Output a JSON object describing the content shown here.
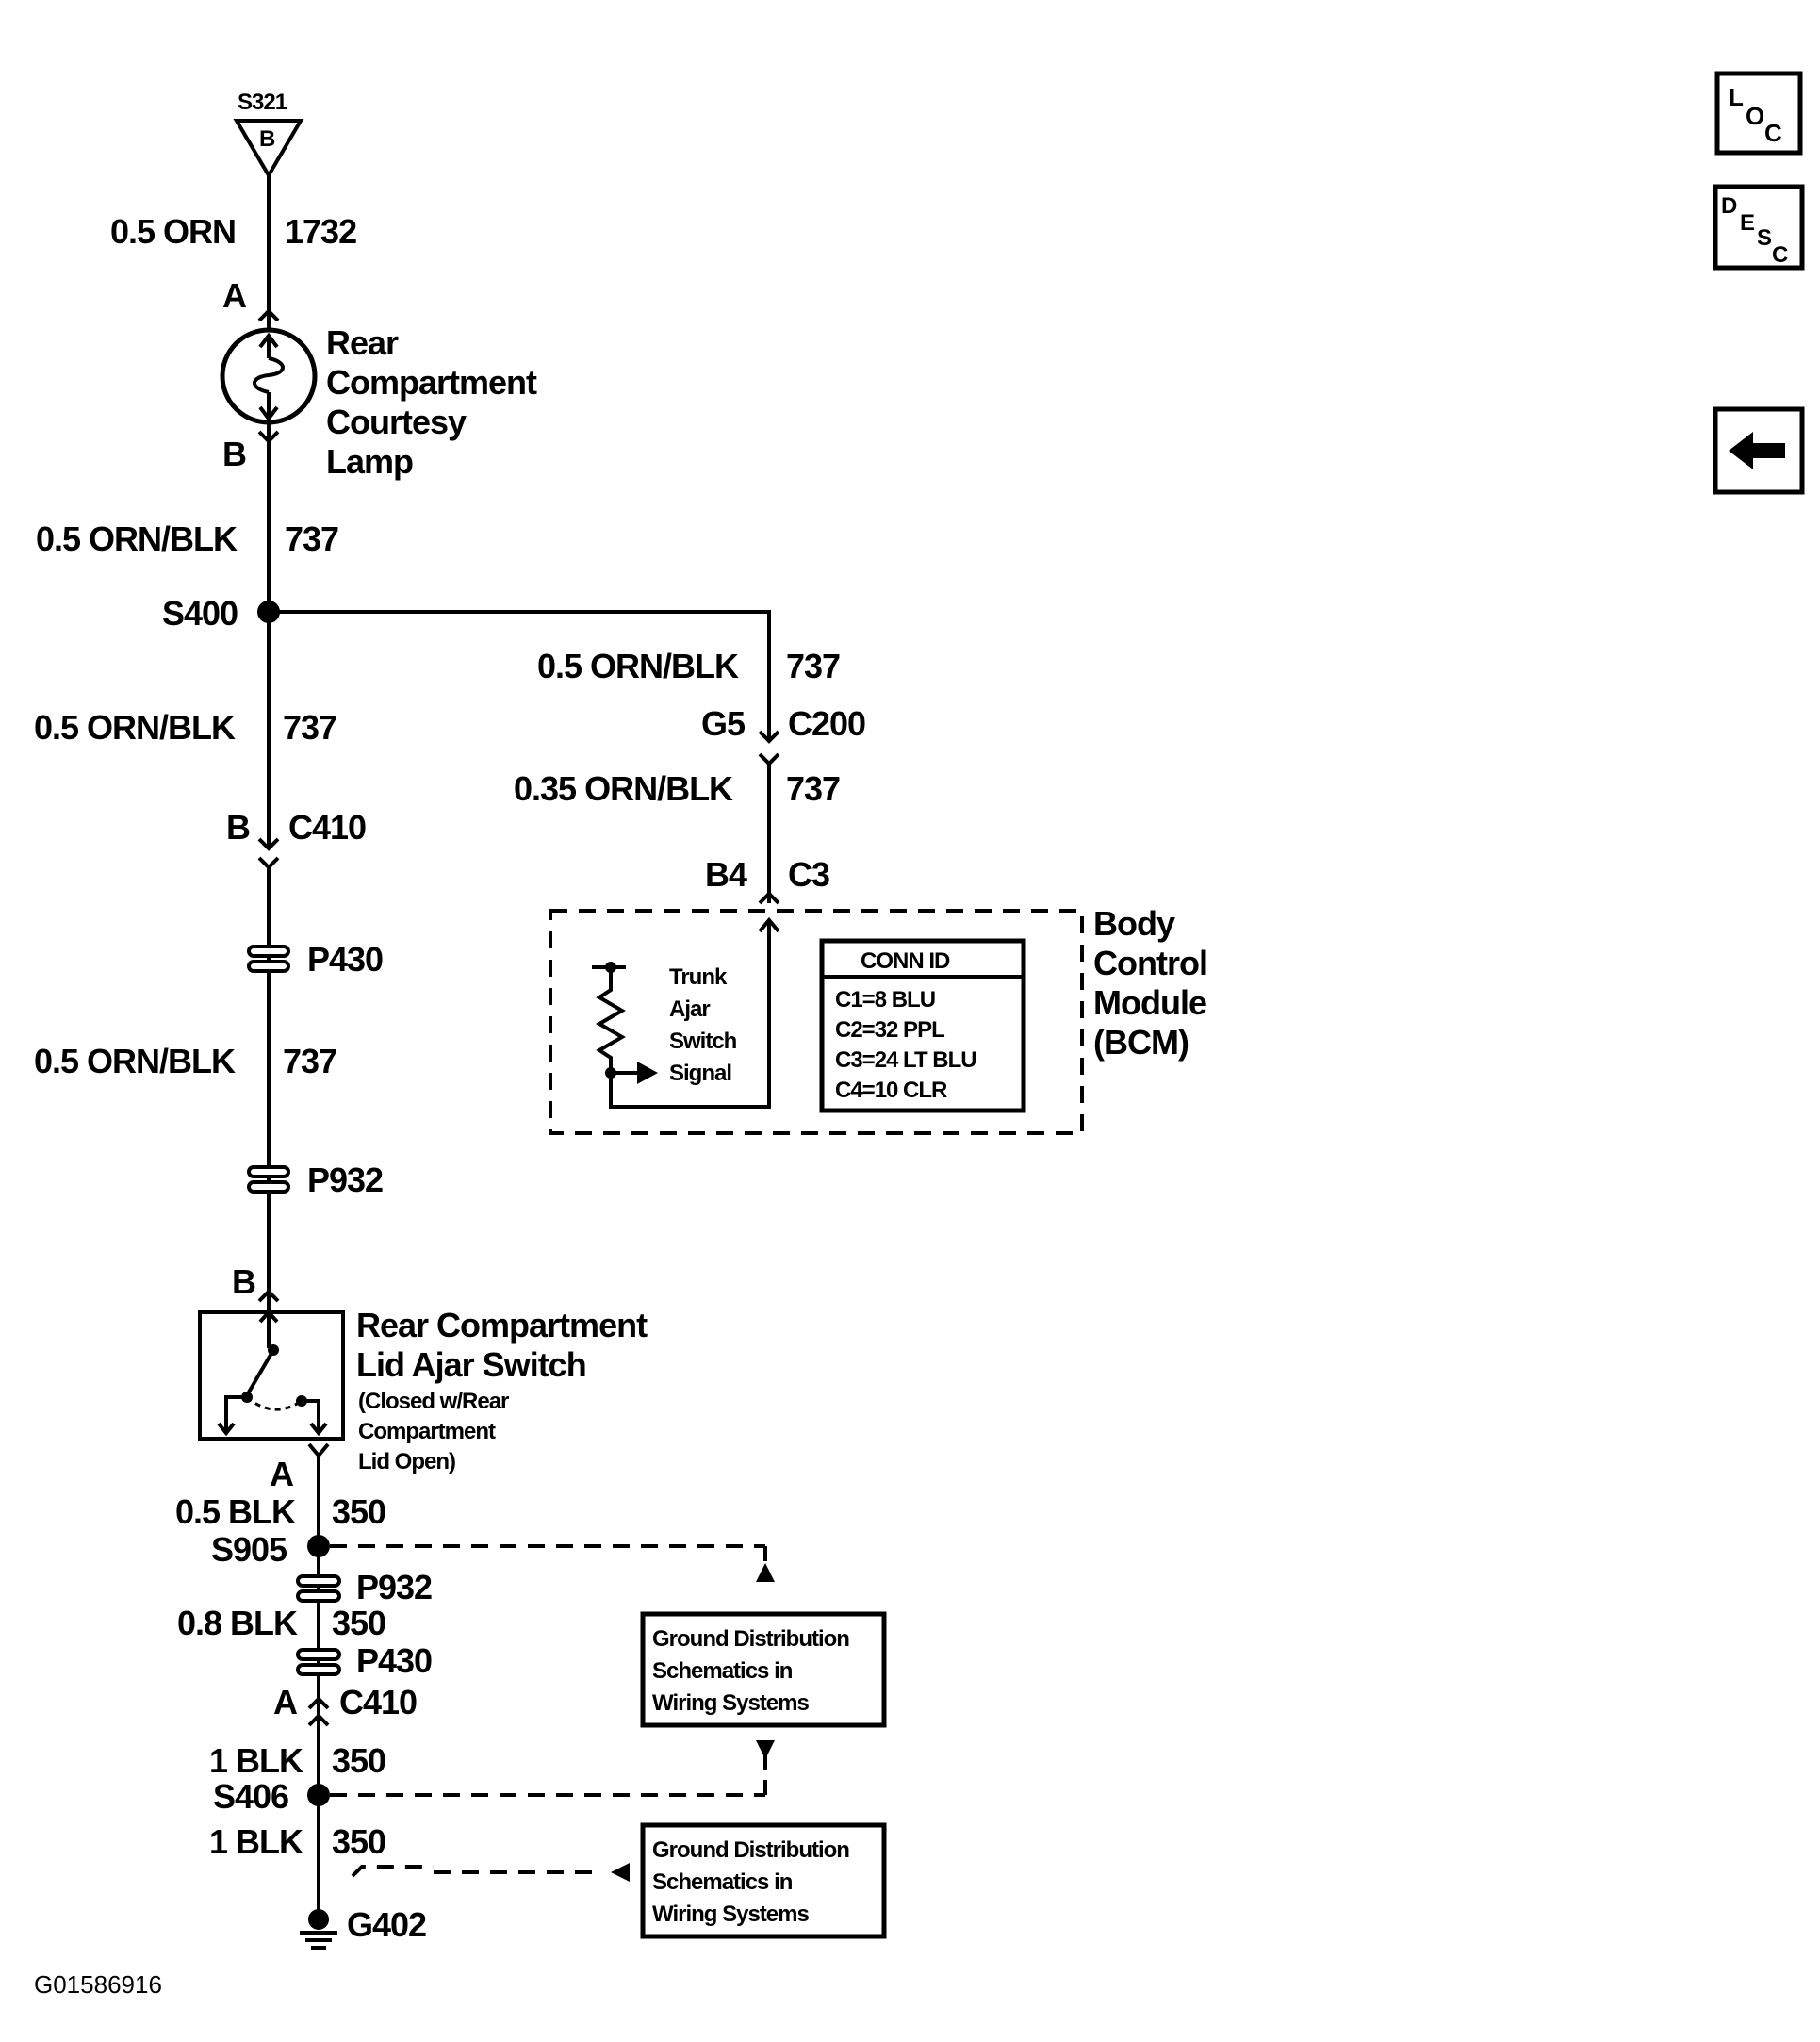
{
  "top_splice": {
    "id": "S321",
    "pin": "B"
  },
  "wire_1732": {
    "gauge_color": "0.5 ORN",
    "circuit": "1732"
  },
  "courtesy_lamp": {
    "pin_top": "A",
    "pin_bottom": "B",
    "name_lines": [
      "Rear",
      "Compartment",
      "Courtesy",
      "Lamp"
    ]
  },
  "wire_737_a": {
    "gauge_color": "0.5 ORN/BLK",
    "circuit": "737"
  },
  "splice_s400": "S400",
  "branch": {
    "wire_upper": {
      "gauge_color": "0.5 ORN/BLK",
      "circuit": "737"
    },
    "connector_c200": {
      "pin": "G5",
      "id": "C200"
    },
    "wire_lower": {
      "gauge_color": "0.35 ORN/BLK",
      "circuit": "737"
    },
    "connector_c3": {
      "pin": "B4",
      "id": "C3"
    }
  },
  "bcm": {
    "name_lines": [
      "Body",
      "Control",
      "Module",
      "(BCM)"
    ],
    "signal_lines": [
      "Trunk",
      "Ajar",
      "Switch",
      "Signal"
    ],
    "conn_id_title": "CONN ID",
    "conn_ids": [
      "C1=8 BLU",
      "C2=32 PPL",
      "C3=24 LT BLU",
      "C4=10 CLR"
    ]
  },
  "wire_737_b": {
    "gauge_color": "0.5 ORN/BLK",
    "circuit": "737"
  },
  "connector_c410_top": {
    "pin": "B",
    "id": "C410"
  },
  "inline_p430_top": "P430",
  "wire_737_c": {
    "gauge_color": "0.5 ORN/BLK",
    "circuit": "737"
  },
  "inline_p932_top": "P932",
  "switch": {
    "pin_top": "B",
    "pin_bottom": "A",
    "name_lines": [
      "Rear Compartment",
      "Lid Ajar Switch"
    ],
    "note_lines": [
      "(Closed w/Rear",
      "Compartment",
      "Lid Open)"
    ]
  },
  "ground_run": {
    "wire_350_a": {
      "gauge_color": "0.5 BLK",
      "circuit": "350"
    },
    "splice_s905": "S905",
    "inline_p932": "P932",
    "wire_350_b": {
      "gauge_color": "0.8 BLK",
      "circuit": "350"
    },
    "inline_p430": "P430",
    "connector_c410": {
      "pin": "A",
      "id": "C410"
    },
    "wire_350_c": {
      "gauge_color": "1 BLK",
      "circuit": "350"
    },
    "splice_s406": "S406",
    "wire_350_d": {
      "gauge_color": "1 BLK",
      "circuit": "350"
    },
    "ground_g402": "G402"
  },
  "ref_box_1": {
    "lines": [
      "Ground Distribution",
      "Schematics in",
      "Wiring Systems"
    ]
  },
  "ref_box_2": {
    "lines": [
      "Ground Distribution",
      "Schematics in",
      "Wiring Systems"
    ]
  },
  "figure_id": "G01586916",
  "nav": {
    "loc": [
      "L",
      "O",
      "C"
    ],
    "desc": [
      "D",
      "E",
      "S",
      "C"
    ],
    "back_icon": "left-arrow-icon"
  }
}
